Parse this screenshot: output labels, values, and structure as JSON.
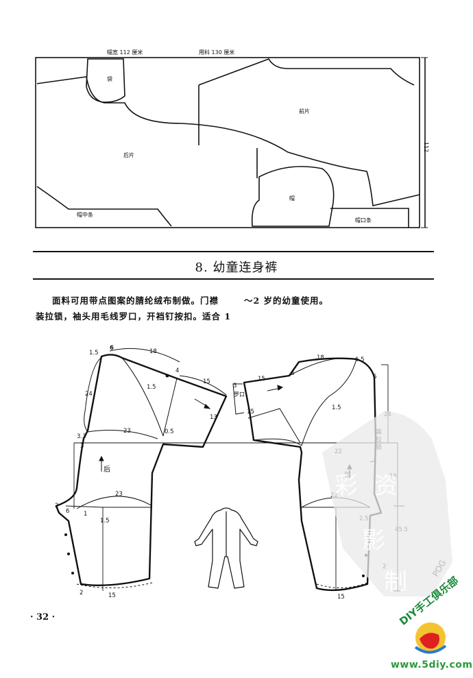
{
  "layout": {
    "width_label": "幅宽 112 厘米",
    "usage_label": "用料 130 厘米",
    "pocket": "袋",
    "front": "前片",
    "back": "后片",
    "hood": "帽",
    "hood_center": "帽中条",
    "hood_edge": "帽口条",
    "side_dim": "112"
  },
  "section": {
    "title": "8. 幼童连身裤",
    "line1_left": "面料可用带点图案的腈纶绒布制做。门襟",
    "line1_right": "～2 岁的幼童使用。",
    "line2": "装拉锁，袖头用毛线罗口，开裆钉按扣。适合 1"
  },
  "back_pattern": {
    "label": "后",
    "d_1_5_top": "1.5",
    "d_6": "6",
    "d_18": "18",
    "d_4": "4",
    "d_15_sleeve": "15",
    "d_1_5_mid": "1.5",
    "d_13": "13",
    "d_24": "24",
    "d_3_3": "3.3",
    "d_3": "3",
    "d_23_chest": "23",
    "d_0_5": "0.5",
    "d_23_hip": "23",
    "d_2_crotch": "2",
    "d_6_crotch": "6",
    "d_1": "1",
    "d_1_5_hip": "1.5",
    "d_2_hem": "2",
    "d_15_hem": "15"
  },
  "front_pattern": {
    "label": "前",
    "cuff": "罗口",
    "zipper": "装拉锁",
    "d_18": "18",
    "d_6_5": "6.5",
    "d_6": "6",
    "d_3": "3",
    "d_15_sleeve": "15",
    "d_4": "4",
    "d_15_cuff": "15",
    "d_1_5": "1.5",
    "d_24": "24",
    "d_22_chest": "22",
    "d_19": "19",
    "d_22_hip": "22",
    "d_2_5": "2.5",
    "d_45_5": "45.5",
    "d_2_hem": "2",
    "d_15_hem": "15"
  },
  "page": {
    "number": "· 32 ·"
  },
  "watermark": {
    "club": "DIY手工俱乐部",
    "url": "www.5diy.com",
    "pdg": "PDG"
  }
}
